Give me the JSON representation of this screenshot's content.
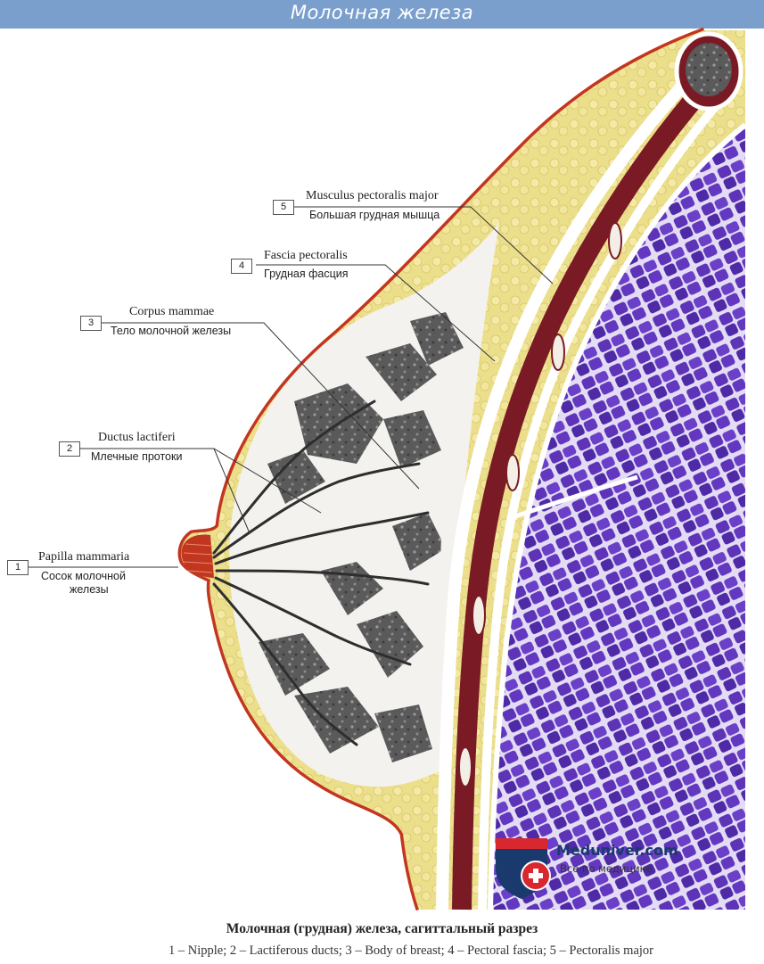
{
  "header": {
    "title": "Молочная железа"
  },
  "labels": [
    {
      "num": "1",
      "latin": "Papilla mammaria",
      "russian": "Сосок молочной",
      "russian2": "железы"
    },
    {
      "num": "2",
      "latin": "Ductus lactiferi",
      "russian": "Млечные протоки"
    },
    {
      "num": "3",
      "latin": "Corpus mammae",
      "russian": "Тело молочной железы"
    },
    {
      "num": "4",
      "latin": "Fascia pectoralis",
      "russian": "Грудная фасция"
    },
    {
      "num": "5",
      "latin": "Musculus pectoralis major",
      "russian": "Большая грудная мышца"
    }
  ],
  "caption": {
    "title": "Молочная (грудная) железа, сагиттальный разрез",
    "legend": "1 – Nipple; 2 – Lactiferous ducts; 3 – Body of  breast; 4 – Pectoral fascia; 5 – Pectoralis major"
  },
  "watermark": {
    "site": "Meduniver.com",
    "tagline": "Все по медицине"
  },
  "colors": {
    "header": "#7b9fcc",
    "skin": "#c2361f",
    "fat": "#ecdf8c",
    "gland": "#4d4d4d",
    "muscle": "#6b3cc4",
    "fascia_muscle": "#7a1a24"
  }
}
